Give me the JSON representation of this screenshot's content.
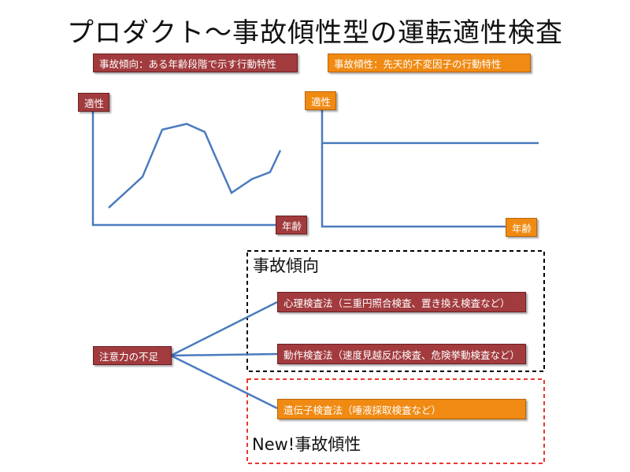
{
  "title": "プロダクト〜事故傾性型の運転適性検査",
  "colors": {
    "red": "#a23b3e",
    "orange": "#f08a12",
    "line_blue": "#4a7bbd",
    "dashed_black": "#000000",
    "dashed_red": "#e8382c"
  },
  "left_definition": "事故傾向：ある年齢段階で示す行動特性",
  "right_definition": "事故傾性：先天的不変因子の行動特性",
  "left_chart": {
    "y_label": "適性",
    "x_label": "年齢"
  },
  "right_chart": {
    "y_label": "適性",
    "x_label": "年齢"
  },
  "chart_data": [
    {
      "type": "line",
      "ylabel": "適性",
      "xlabel": "年齢",
      "series": [
        {
          "values": [
            0.15,
            0.42,
            0.83,
            0.88,
            0.81,
            0.62,
            0.28,
            0.4,
            0.46,
            0.65
          ]
        }
      ]
    },
    {
      "type": "line",
      "ylabel": "適性",
      "xlabel": "年齢",
      "series": [
        {
          "values": [
            0.68,
            0.68
          ]
        }
      ]
    }
  ],
  "tendency_label": "事故傾向",
  "disposition_label": "New!事故傾性",
  "root_node": "注意力の不足",
  "tests": [
    "心理検査法（三重円照合検査、置き換え検査など）",
    "動作検査法（速度見越反応検査、危険挙動検査など）",
    "遺伝子検査法（唾液採取検査など）"
  ]
}
